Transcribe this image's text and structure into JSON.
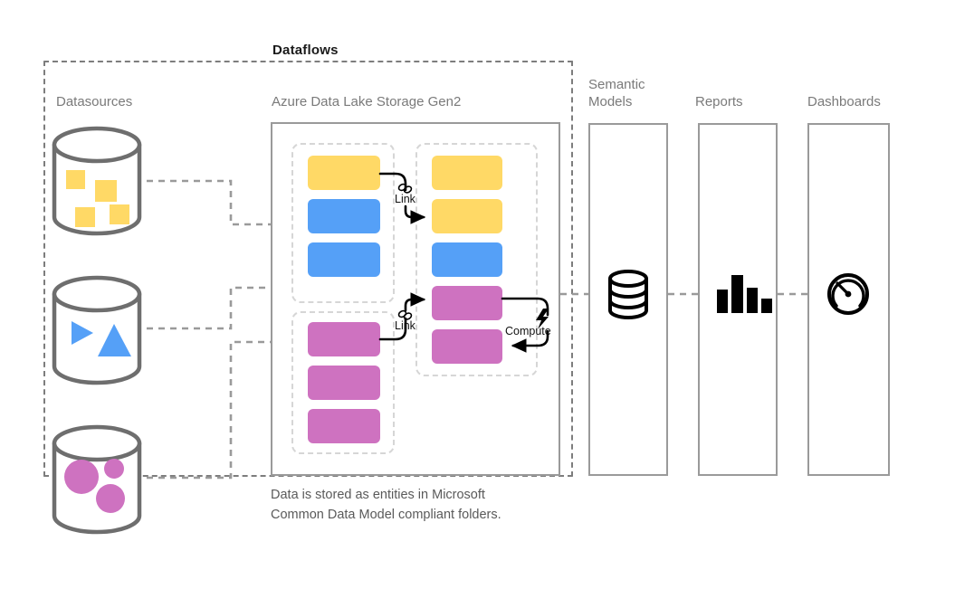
{
  "diagram": {
    "title": "Dataflows",
    "caption": "Data is stored as entities in Microsoft\nCommon Data Model compliant folders."
  },
  "columns": {
    "datasources": {
      "label": "Datasources"
    },
    "storage": {
      "label": "Azure Data Lake Storage Gen2"
    },
    "semantic_models": {
      "label": "Semantic\nModels"
    },
    "reports": {
      "label": "Reports"
    },
    "dashboards": {
      "label": "Dashboards"
    }
  },
  "datasources": [
    {
      "name": "datasource-squares",
      "shape": "squares",
      "color": "#FFD966",
      "count": 4
    },
    {
      "name": "datasource-triangles",
      "shape": "triangles",
      "color": "#55A0F7",
      "count": 2
    },
    {
      "name": "datasource-circles",
      "shape": "circles",
      "color": "#CE72C0",
      "count": 3
    }
  ],
  "storage_entities": {
    "group_a": [
      {
        "color": "#FFD966",
        "name": "yellow"
      },
      {
        "color": "#55A0F7",
        "name": "blue"
      },
      {
        "color": "#55A0F7",
        "name": "blue"
      }
    ],
    "group_b": [
      {
        "color": "#FFD966",
        "name": "yellow"
      },
      {
        "color": "#FFD966",
        "name": "yellow"
      },
      {
        "color": "#55A0F7",
        "name": "blue"
      },
      {
        "color": "#CE72C0",
        "name": "pink"
      },
      {
        "color": "#CE72C0",
        "name": "pink"
      }
    ],
    "group_c": [
      {
        "color": "#CE72C0",
        "name": "pink"
      },
      {
        "color": "#CE72C0",
        "name": "pink"
      },
      {
        "color": "#CE72C0",
        "name": "pink"
      }
    ]
  },
  "annotations": {
    "link_upper": "Link",
    "link_lower": "Link",
    "compute": "Compute"
  },
  "icons": {
    "semantic_models": "database-stack-icon",
    "reports": "bar-chart-icon",
    "dashboards": "gauge-icon",
    "link": "chain-link-icon",
    "compute": "lightning-bolt-icon"
  },
  "colors": {
    "yellow": "#FFD966",
    "blue": "#55A0F7",
    "pink": "#CE72C0",
    "outline": "#9a9a9a",
    "dashed": "#7d7d7d",
    "group_dashed": "#d6d6d6",
    "text_muted": "#7a7a7a"
  }
}
